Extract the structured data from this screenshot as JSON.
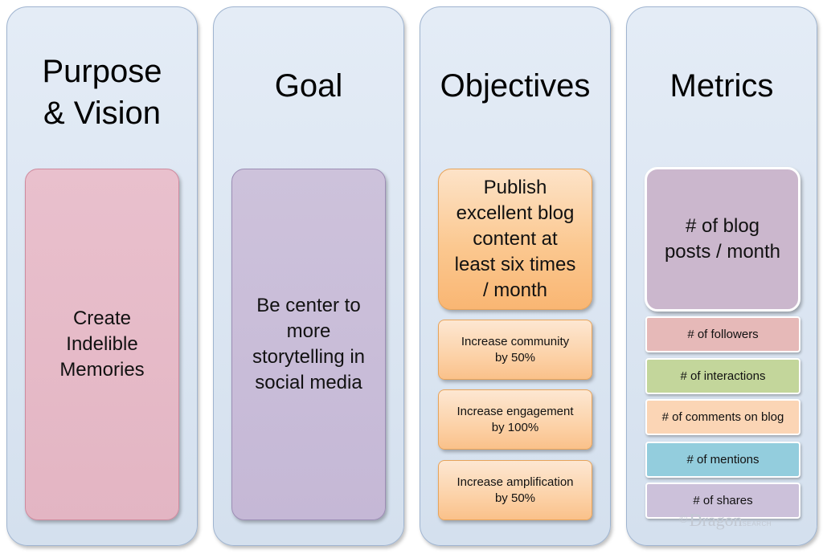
{
  "columns": [
    {
      "title": "Purpose\n& Vision",
      "main_box": {
        "text": "Create\nIndelible\nMemories",
        "color": "#e6bac8"
      }
    },
    {
      "title": "Goal",
      "main_box": {
        "text": "Be center to\nmore\nstorytelling in\nsocial media",
        "color": "#c8bbd8"
      }
    },
    {
      "title": "Objectives",
      "main_box": {
        "text": "Publish\nexcellent blog\ncontent at\nleast six times\n/ month",
        "color": "#fbc58b"
      },
      "items": [
        {
          "text": "Increase community\nby 50%"
        },
        {
          "text": "Increase engagement\nby 100%"
        },
        {
          "text": "Increase amplification\nby 50%"
        }
      ]
    },
    {
      "title": "Metrics",
      "main_box": {
        "text": "# of blog\nposts / month",
        "color": "#cbb7cd"
      },
      "items": [
        {
          "text": "# of followers",
          "color": "#e6b9b8"
        },
        {
          "text": "# of interactions",
          "color": "#c3d69b"
        },
        {
          "text": "# of comments on blog",
          "color": "#fbd5b5"
        },
        {
          "text": "# of mentions",
          "color": "#93cddd"
        },
        {
          "text": "# of shares",
          "color": "#ccc1da"
        }
      ]
    }
  ],
  "watermark": {
    "copyright": "©",
    "brand": "Dragon",
    "suffix": "SEARCH"
  }
}
